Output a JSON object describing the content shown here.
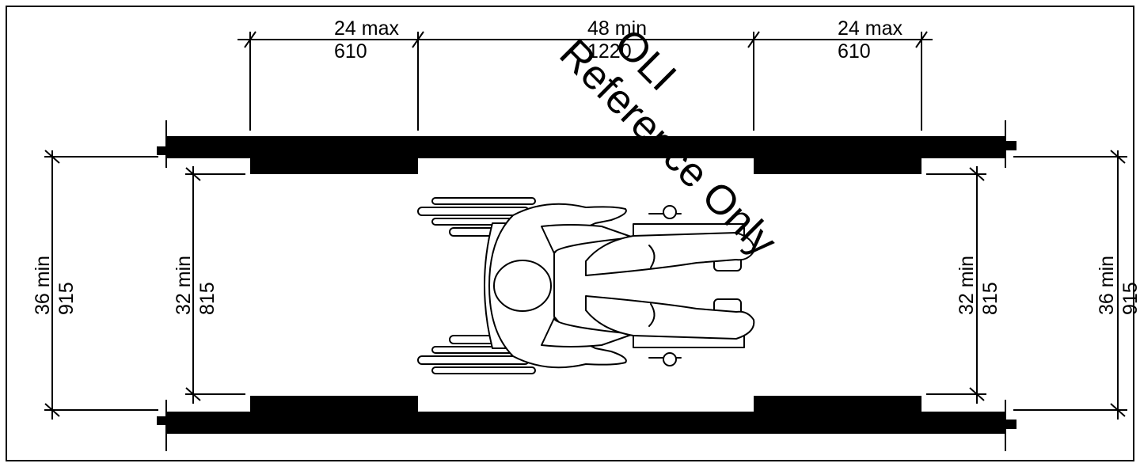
{
  "top_dimensions": [
    {
      "imperial": "24 max",
      "metric": "610"
    },
    {
      "imperial": "48 min",
      "metric": "1220"
    },
    {
      "imperial": "24 max",
      "metric": "610"
    }
  ],
  "side_dimensions": {
    "outer_left": {
      "imperial": "36 min",
      "metric": "915"
    },
    "inner_left": {
      "imperial": "32 min",
      "metric": "815"
    },
    "inner_right": {
      "imperial": "32 min",
      "metric": "815"
    },
    "outer_right": {
      "imperial": "36 min",
      "metric": "915"
    }
  },
  "watermark": {
    "line1": "OLI",
    "line2": "Reference Only"
  },
  "colors": {
    "ink": "#000000",
    "paper": "#ffffff"
  }
}
